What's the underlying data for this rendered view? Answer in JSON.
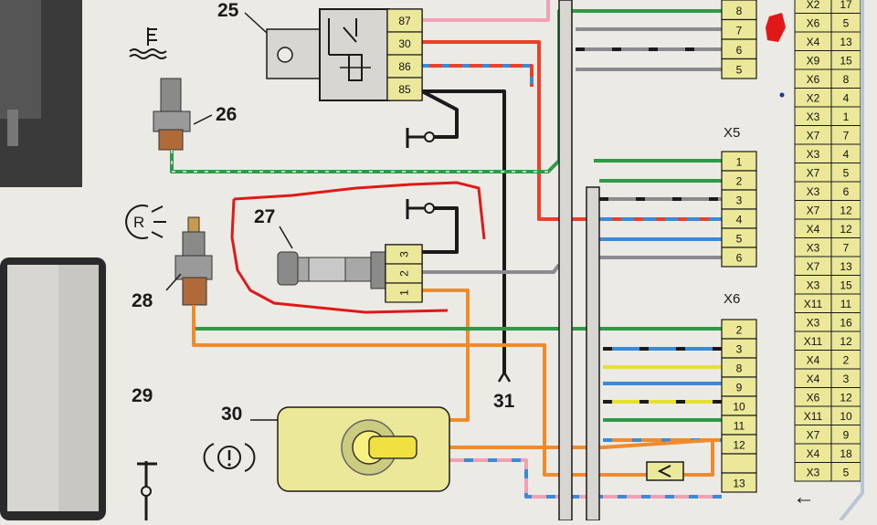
{
  "colors": {
    "paper": "#eceae4",
    "yellow": "#ece89a",
    "red": "#e8402a",
    "pink": "#f2a0b4",
    "blue": "#3a8ad8",
    "green": "#2e9a48",
    "gray": "#8a8a90",
    "black": "#1a1a1a",
    "orange": "#f08a2a",
    "markup": "#e01818"
  },
  "labels": {
    "n25": "25",
    "n26": "26",
    "n27": "27",
    "n28": "28",
    "n29": "29",
    "n30": "30",
    "n31": "31",
    "x5": "X5",
    "x6": "X6",
    "sensor_r": "R",
    "warn": "(!)",
    "arrow": "←"
  },
  "relay_pins": [
    "87",
    "30",
    "86",
    "85"
  ],
  "sensor_pins": [
    "3",
    "2",
    "1"
  ],
  "sensor_pins_row": "1 2 3",
  "conn_top": [
    "8",
    "7",
    "6",
    "5"
  ],
  "conn_x5": [
    "1",
    "2",
    "3",
    "4",
    "5",
    "6"
  ],
  "conn_x6": [
    "2",
    "3",
    "8",
    "9",
    "10",
    "11",
    "12",
    "",
    "13"
  ],
  "right_table": [
    [
      "X2",
      "17"
    ],
    [
      "X6",
      "5"
    ],
    [
      "X4",
      "13"
    ],
    [
      "X9",
      "15"
    ],
    [
      "X6",
      "8"
    ],
    [
      "X2",
      "4"
    ],
    [
      "X3",
      "1"
    ],
    [
      "X7",
      "7"
    ],
    [
      "X3",
      "4"
    ],
    [
      "X7",
      "5"
    ],
    [
      "X3",
      "6"
    ],
    [
      "X7",
      "12"
    ],
    [
      "X4",
      "12"
    ],
    [
      "X3",
      "7"
    ],
    [
      "X7",
      "13"
    ],
    [
      "X3",
      "15"
    ],
    [
      "X11",
      "11"
    ],
    [
      "X3",
      "16"
    ],
    [
      "X11",
      "12"
    ],
    [
      "X4",
      "2"
    ],
    [
      "X4",
      "3"
    ],
    [
      "X6",
      "12"
    ],
    [
      "X11",
      "10"
    ],
    [
      "X7",
      "9"
    ],
    [
      "X4",
      "18"
    ],
    [
      "X3",
      "5"
    ]
  ]
}
